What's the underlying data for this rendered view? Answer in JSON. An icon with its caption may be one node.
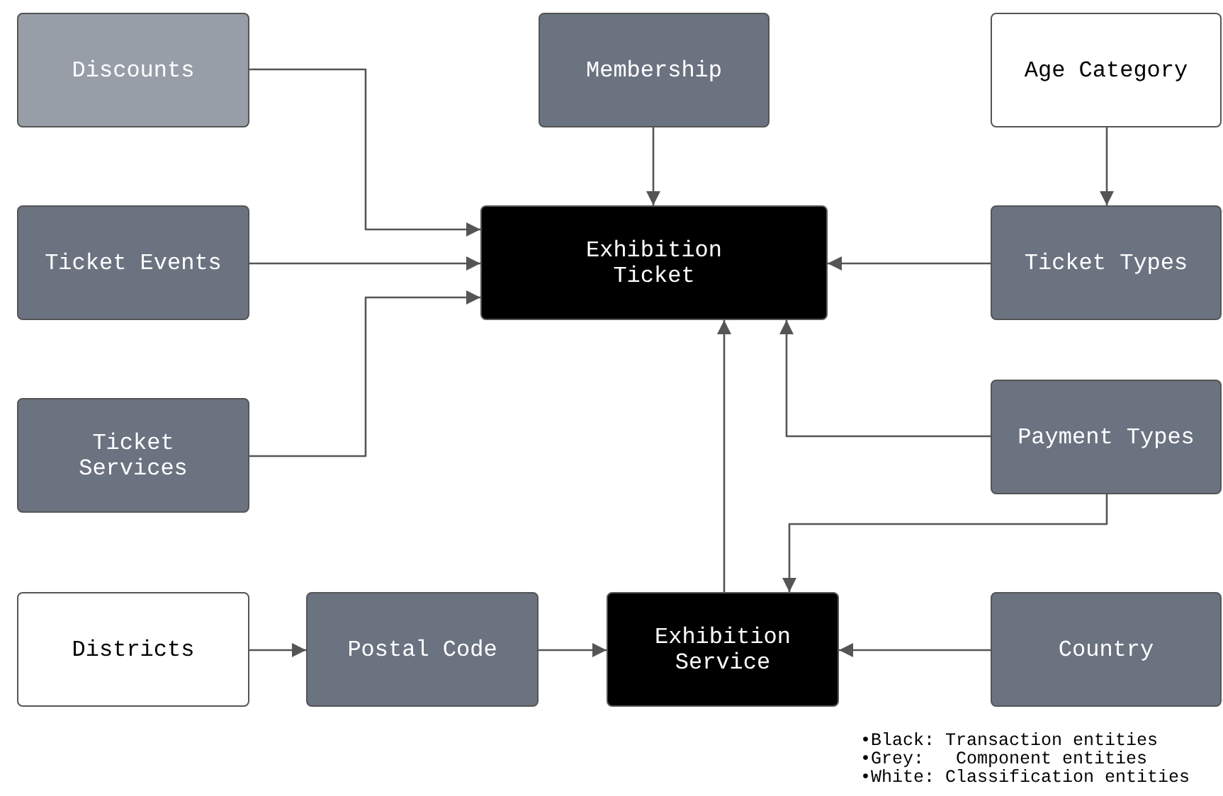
{
  "diagram": {
    "nodes": [
      {
        "text": [
          "Discounts"
        ]
      },
      {
        "text": [
          "Membership"
        ]
      },
      {
        "text": [
          "Age Category"
        ]
      },
      {
        "text": [
          "Ticket Events"
        ]
      },
      {
        "text": [
          "Exhibition Ticket"
        ]
      },
      {
        "text": [
          "Ticket Types"
        ]
      },
      {
        "text": [
          "Ticket Services"
        ]
      },
      {
        "text": [
          "Payment Types"
        ]
      },
      {
        "text": [
          "Districts"
        ]
      },
      {
        "text": [
          "Postal Code"
        ]
      },
      {
        "text": [
          "Exhibition Service"
        ]
      },
      {
        "text": [
          "Country"
        ]
      }
    ],
    "edges": [
      {
        "from": 0,
        "to": 4,
        "arrow": "to"
      },
      {
        "from": 1,
        "to": 4,
        "arrow": "to"
      },
      {
        "from": 2,
        "to": 5,
        "arrow": "to"
      },
      {
        "from": 3,
        "to": 4,
        "arrow": "to"
      },
      {
        "from": 5,
        "to": 4,
        "arrow": "to"
      },
      {
        "from": 6,
        "to": 4,
        "arrow": "to"
      },
      {
        "from": 7,
        "to": 4,
        "arrow": "to"
      },
      {
        "from": 7,
        "to": 10,
        "arrow": "to"
      },
      {
        "from": 10,
        "to": 4,
        "arrow": "to"
      },
      {
        "from": 8,
        "to": 9,
        "arrow": "to"
      },
      {
        "from": 9,
        "to": 10,
        "arrow": "to"
      },
      {
        "from": 11,
        "to": 10,
        "arrow": "to"
      }
    ],
    "labels": [
      "•Black: Transaction entities",
      "•Grey:   Component entities",
      "•White: Classification entities"
    ]
  }
}
